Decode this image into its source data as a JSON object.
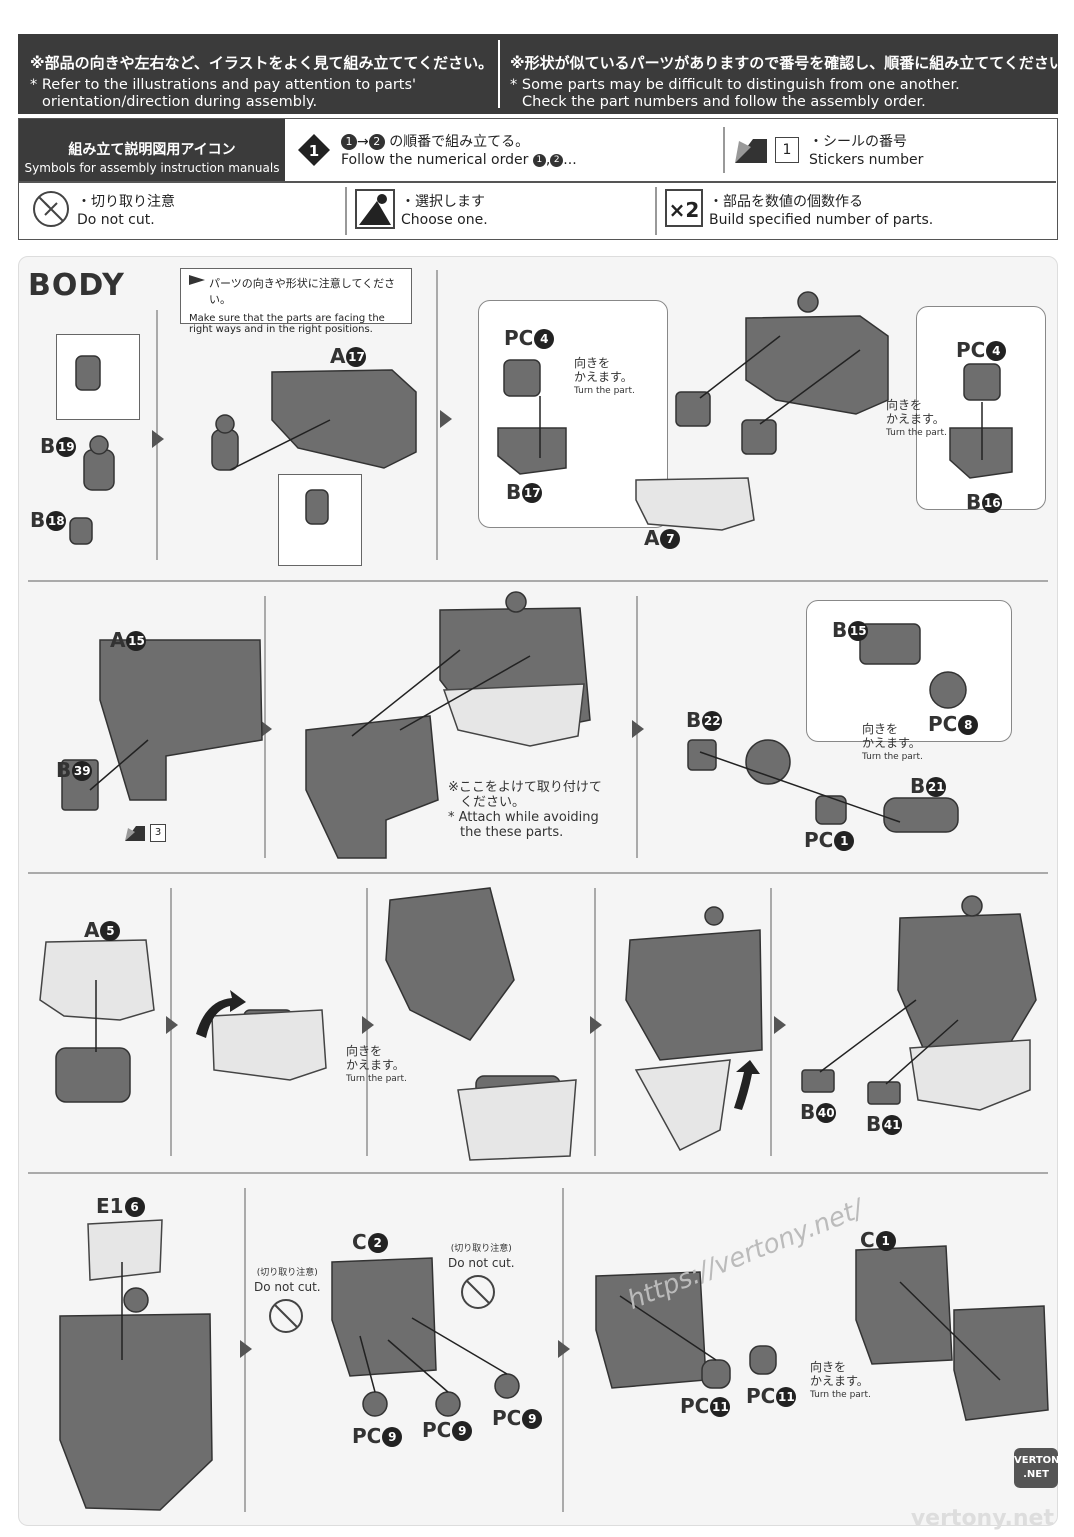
{
  "header": {
    "left_jp": "※部品の向きや左右など、イラストをよく見て組み立ててください。",
    "left_en1": "* Refer to the illustrations and pay attention to parts'",
    "left_en2": "orientation/direction during assembly.",
    "right_jp": "※形状が似ているパーツがありますので番号を確認し、順番に組み立ててください。",
    "right_en1": "* Some parts may be difficult to distinguish from one another.",
    "right_en2": "Check the part numbers and follow the assembly order."
  },
  "icons": {
    "title_jp": "組み立て説明図用アイコン",
    "title_en": "Symbols for assembly instruction manuals",
    "order_badge": "1",
    "order_jp": "の順番で組み立てる。",
    "order_en": "Follow the numerical order",
    "order_suffix": "...",
    "sticker_num": "1",
    "sticker_jp": "・シールの番号",
    "sticker_en": "Stickers number",
    "cut_jp": "・切り取り注意",
    "cut_en": "Do not cut.",
    "choose_jp": "・選択します",
    "choose_en": "Choose one.",
    "x2": "×2",
    "build_jp": "・部品を数値の個数作る",
    "build_en": "Build specified number of parts."
  },
  "section_title": "BODY",
  "callout": {
    "jp": "パーツの向きや形状に注意してください。",
    "en1": "Make sure that the parts are facing the",
    "en2": "right ways and in the right positions."
  },
  "turn_jp1": "向きを",
  "turn_jp2": "かえます。",
  "turn_en": "Turn the part.",
  "avoid": {
    "jp1": "※ここをよけて取り付けて",
    "jp2": "ください。",
    "en1": "* Attach while avoiding",
    "en2": "the these parts."
  },
  "do_not_cut_jp": "(切り取り注意)",
  "do_not_cut_en": "Do not cut.",
  "parts": [
    {
      "letter": "B",
      "num": "19"
    },
    {
      "letter": "B",
      "num": "18"
    },
    {
      "letter": "A",
      "num": "17"
    },
    {
      "letter": "PC",
      "num": "4"
    },
    {
      "letter": "B",
      "num": "17"
    },
    {
      "letter": "A",
      "num": "7"
    },
    {
      "letter": "PC",
      "num": "4"
    },
    {
      "letter": "B",
      "num": "16"
    },
    {
      "letter": "A",
      "num": "15"
    },
    {
      "letter": "B",
      "num": "39"
    },
    {
      "letter": "B",
      "num": "15"
    },
    {
      "letter": "PC",
      "num": "8"
    },
    {
      "letter": "B",
      "num": "22"
    },
    {
      "letter": "B",
      "num": "21"
    },
    {
      "letter": "PC",
      "num": "1"
    },
    {
      "letter": "A",
      "num": "5"
    },
    {
      "letter": "B",
      "num": "40"
    },
    {
      "letter": "B",
      "num": "41"
    },
    {
      "letter": "E1",
      "num": "6"
    },
    {
      "letter": "C",
      "num": "2"
    },
    {
      "letter": "PC",
      "num": "9"
    },
    {
      "letter": "PC",
      "num": "9"
    },
    {
      "letter": "PC",
      "num": "9"
    },
    {
      "letter": "C",
      "num": "1"
    },
    {
      "letter": "PC",
      "num": "11"
    },
    {
      "letter": "PC",
      "num": "11"
    }
  ],
  "sticker_ref": "3",
  "watermark": "https://vertony.net/",
  "badge": "VERTONY .NET",
  "footer": "vertony.net",
  "colors": {
    "header_bg": "#3b3b3b",
    "part_fill": "#6e6e6e"
  }
}
